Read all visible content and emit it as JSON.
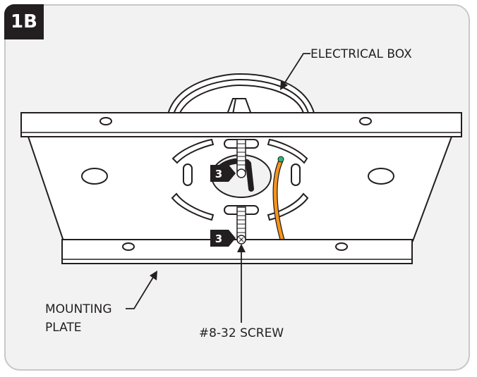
{
  "step": "1B",
  "labels": {
    "electrical_box": "ELECTRICAL BOX",
    "mounting_plate_line1": "MOUNTING",
    "mounting_plate_line2": "PLATE",
    "screw": "#8-32 SCREW"
  },
  "callouts": {
    "upper": "3",
    "lower": "3"
  },
  "colors": {
    "frame_bg": "#f2f2f2",
    "outline": "#231f20",
    "wire": "#f7941d",
    "wire_tip": "#2bb673",
    "badge": "#231f20"
  }
}
